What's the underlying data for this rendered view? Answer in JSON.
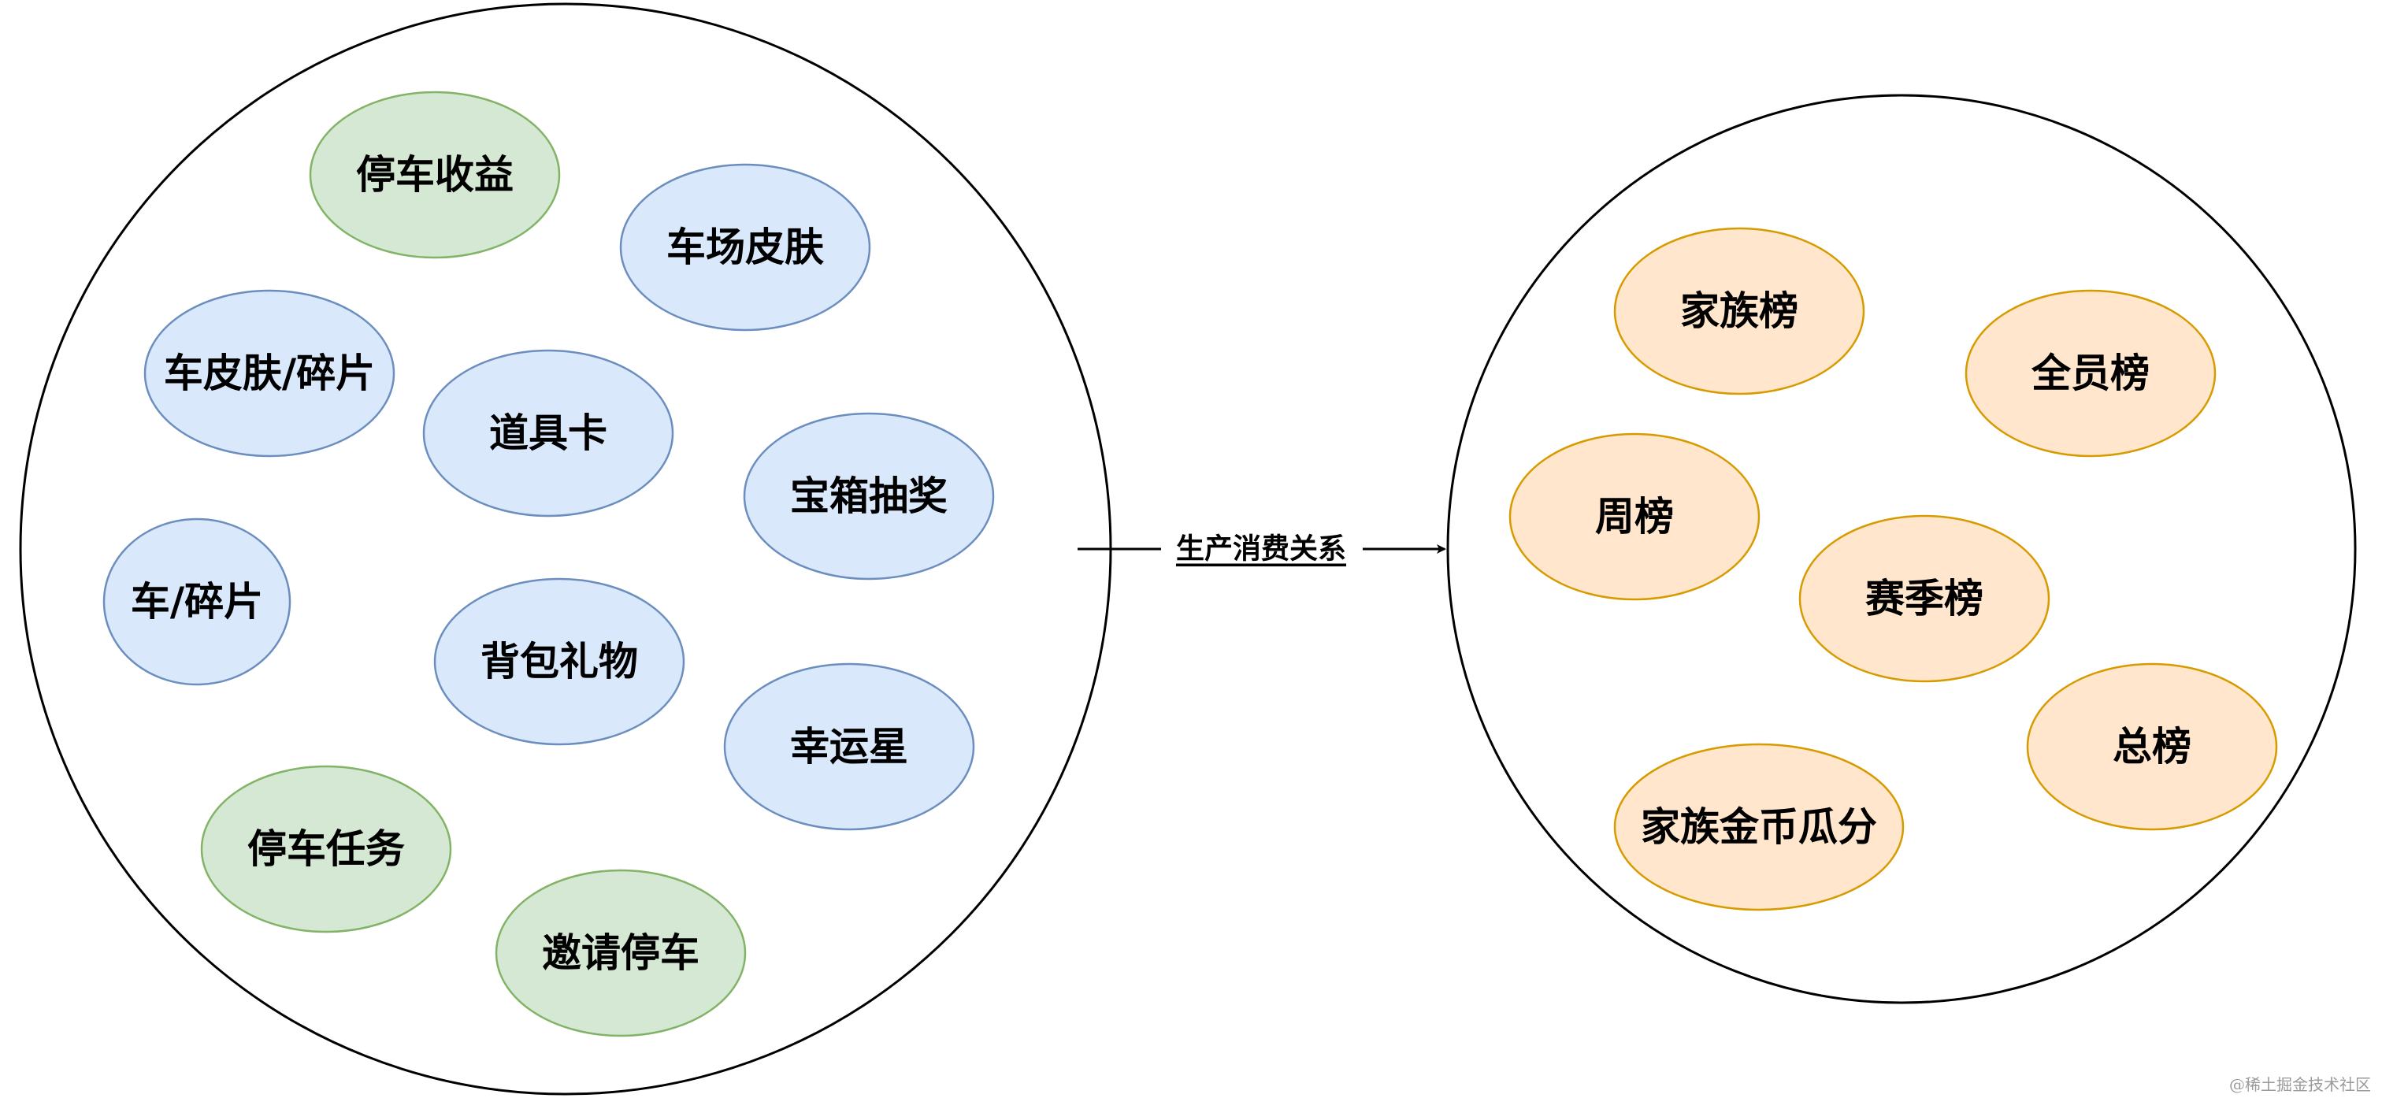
{
  "colors": {
    "blue_fill": "#dae8fc",
    "blue_stroke": "#6c8ebf",
    "green_fill": "#d5e8d4",
    "green_stroke": "#82b366",
    "orange_fill": "#ffe6cc",
    "orange_stroke": "#d79b00"
  },
  "producers": {
    "nodes": [
      {
        "label": "停车收益",
        "style": "green"
      },
      {
        "label": "车场皮肤",
        "style": "blue"
      },
      {
        "label": "车皮肤/碎片",
        "style": "blue"
      },
      {
        "label": "道具卡",
        "style": "blue"
      },
      {
        "label": "宝箱抽奖",
        "style": "blue"
      },
      {
        "label": "车/碎片",
        "style": "blue"
      },
      {
        "label": "背包礼物",
        "style": "blue"
      },
      {
        "label": "幸运星",
        "style": "blue"
      },
      {
        "label": "停车任务",
        "style": "green"
      },
      {
        "label": "邀请停车",
        "style": "green"
      }
    ]
  },
  "relation": {
    "label": "生产消费关系"
  },
  "consumers": {
    "nodes": [
      {
        "label": "家族榜",
        "style": "orange"
      },
      {
        "label": "全员榜",
        "style": "orange"
      },
      {
        "label": "周榜",
        "style": "orange"
      },
      {
        "label": "赛季榜",
        "style": "orange"
      },
      {
        "label": "总榜",
        "style": "orange"
      },
      {
        "label": "家族金币瓜分",
        "style": "orange"
      }
    ]
  },
  "watermark": "@稀土掘金技术社区"
}
